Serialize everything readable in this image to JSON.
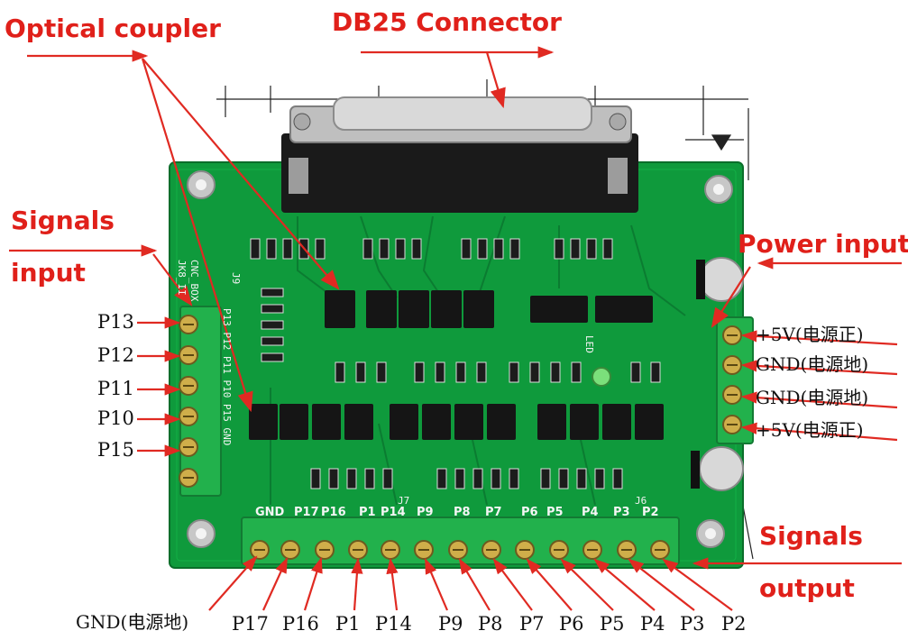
{
  "labels": {
    "optical_coupler": "Optical coupler",
    "db25_connector": "DB25 Connector",
    "signals_input_line1": "Signals",
    "signals_input_line2": "input",
    "power_input": "Power input",
    "signals_output_line1": "Signals",
    "signals_output_line2": "output"
  },
  "input_pins": [
    "P13",
    "P12",
    "P11",
    "P10",
    "P15"
  ],
  "power_pins": [
    "+5V(电源正)",
    "GND(电源地)",
    "GND(电源地)",
    "+5V(电源正)"
  ],
  "output_pins": [
    "GND(电源地)",
    "P17",
    "P16",
    "P1",
    "P14",
    "P9",
    "P8",
    "P7",
    "P6",
    "P5",
    "P4",
    "P3",
    "P2"
  ],
  "board_silkscreen": {
    "board_name": "CNC_BOX",
    "model": "JK8_II",
    "header_j6": "J6",
    "header_j7": "J7",
    "header_j9": "J9",
    "led": "LED",
    "input_pins_text": "P13 P12 P11 P10 P15 GND",
    "output_pins_text": [
      "GND",
      "P17",
      "P16",
      "P1",
      "P14",
      "P9",
      "P8",
      "P7",
      "P6",
      "P5",
      "P4",
      "P3",
      "P2"
    ]
  },
  "colors": {
    "label_red": "#e0201a",
    "arrow_red": "#e02a22",
    "pcb_green": "#0f9a3c",
    "terminal_green": "#22b14c",
    "chip_black": "#151515"
  }
}
